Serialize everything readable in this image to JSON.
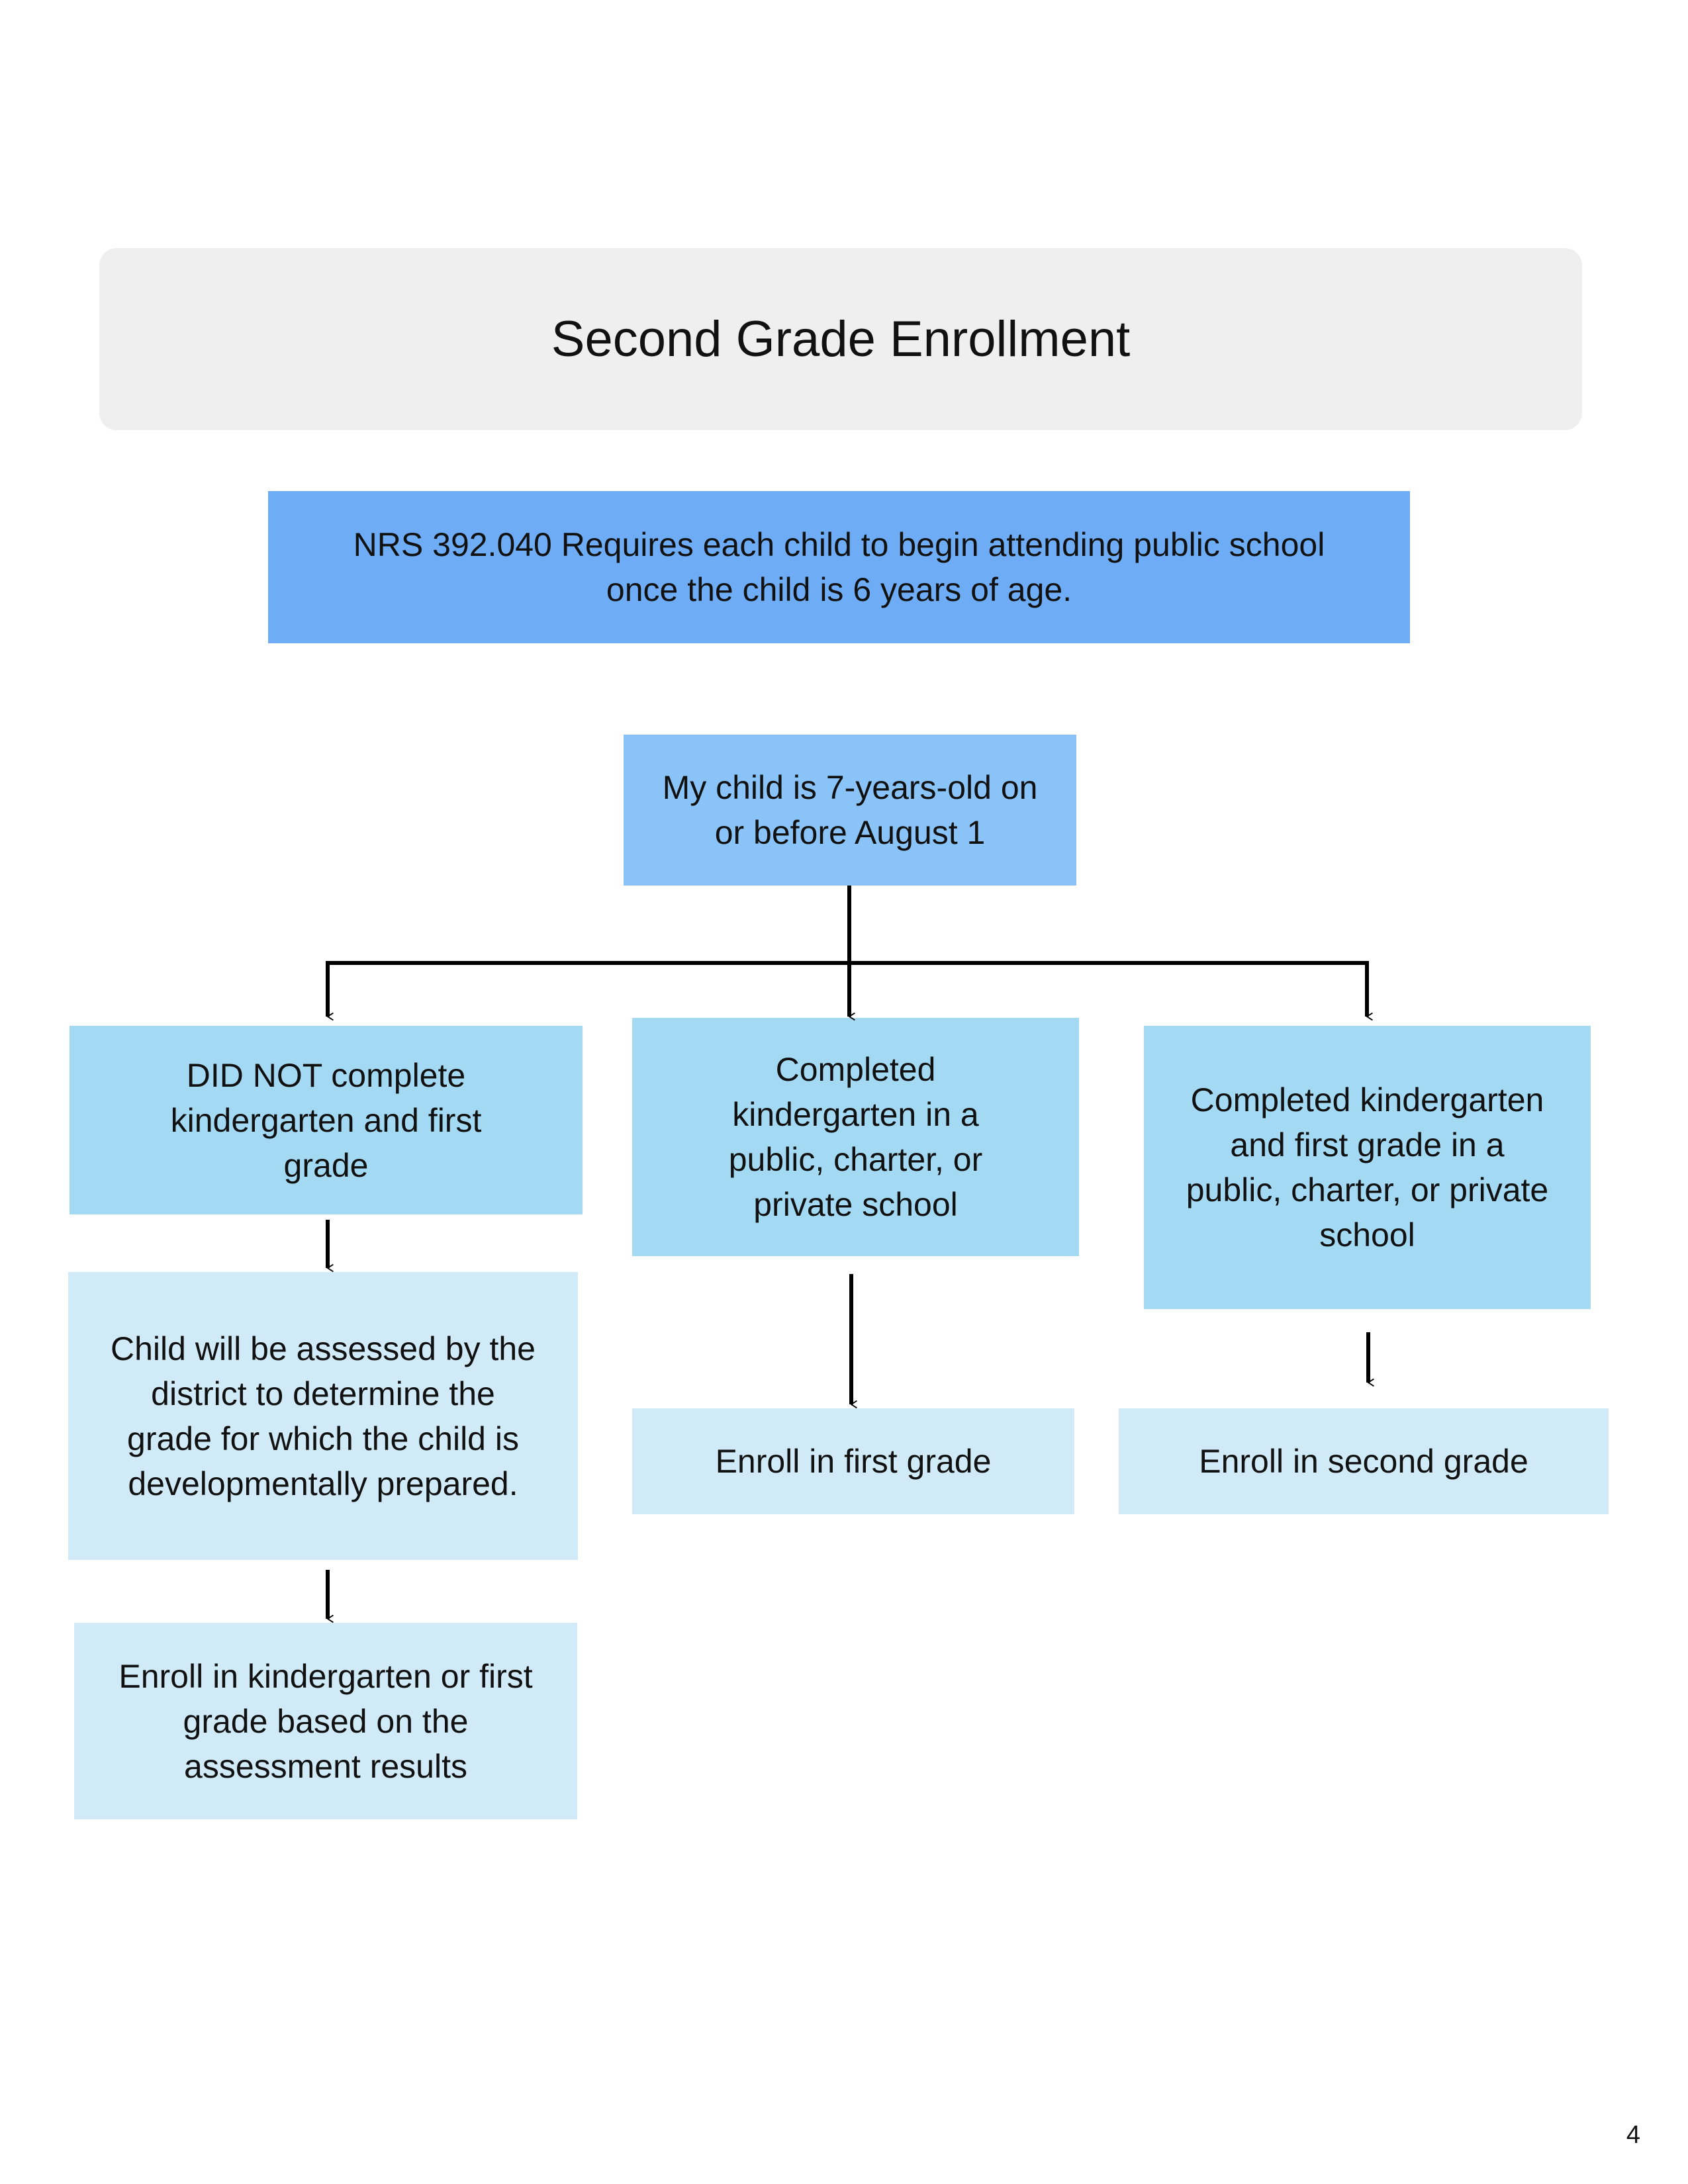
{
  "title": "Second Grade Enrollment",
  "statute": "NRS 392.040 Requires each child to begin attending public school once the child is 6 years of age.",
  "question": "My child is 7-years-old on or before August 1",
  "branches": {
    "left": {
      "condition": "DID NOT complete kindergarten and first grade",
      "step": "Child will be assessed by the district to determine the grade for which the child is developmentally prepared.",
      "result": "Enroll in kindergarten or first grade based on the assessment results"
    },
    "middle": {
      "condition": "Completed kindergarten in a public, charter, or private school",
      "result": "Enroll in first grade"
    },
    "right": {
      "condition": "Completed kindergarten and first grade in a public, charter, or private school",
      "result": "Enroll in second grade"
    }
  },
  "page_number": "4",
  "colors": {
    "title_bg": "#efefef",
    "statute_bg": "#6eadf5",
    "question_bg": "#89c3f7",
    "condition_bg": "#a4d9f4",
    "result_bg": "#d0eaf7",
    "connector": "#000000"
  }
}
